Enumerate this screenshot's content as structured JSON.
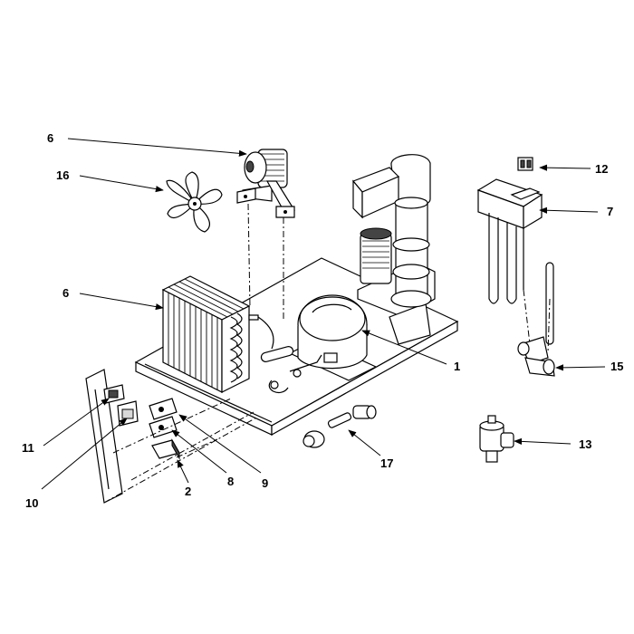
{
  "callouts": [
    {
      "id": "c6a",
      "text": "6"
    },
    {
      "id": "c16",
      "text": "16"
    },
    {
      "id": "c6b",
      "text": "6"
    },
    {
      "id": "c12",
      "text": "12"
    },
    {
      "id": "c7",
      "text": "7"
    },
    {
      "id": "c1",
      "text": "1"
    },
    {
      "id": "c15",
      "text": "15"
    },
    {
      "id": "c13",
      "text": "13"
    },
    {
      "id": "c17",
      "text": "17"
    },
    {
      "id": "c11",
      "text": "11"
    },
    {
      "id": "c10",
      "text": "10"
    },
    {
      "id": "c8",
      "text": "8"
    },
    {
      "id": "c9",
      "text": "9"
    },
    {
      "id": "c2",
      "text": "2"
    }
  ]
}
